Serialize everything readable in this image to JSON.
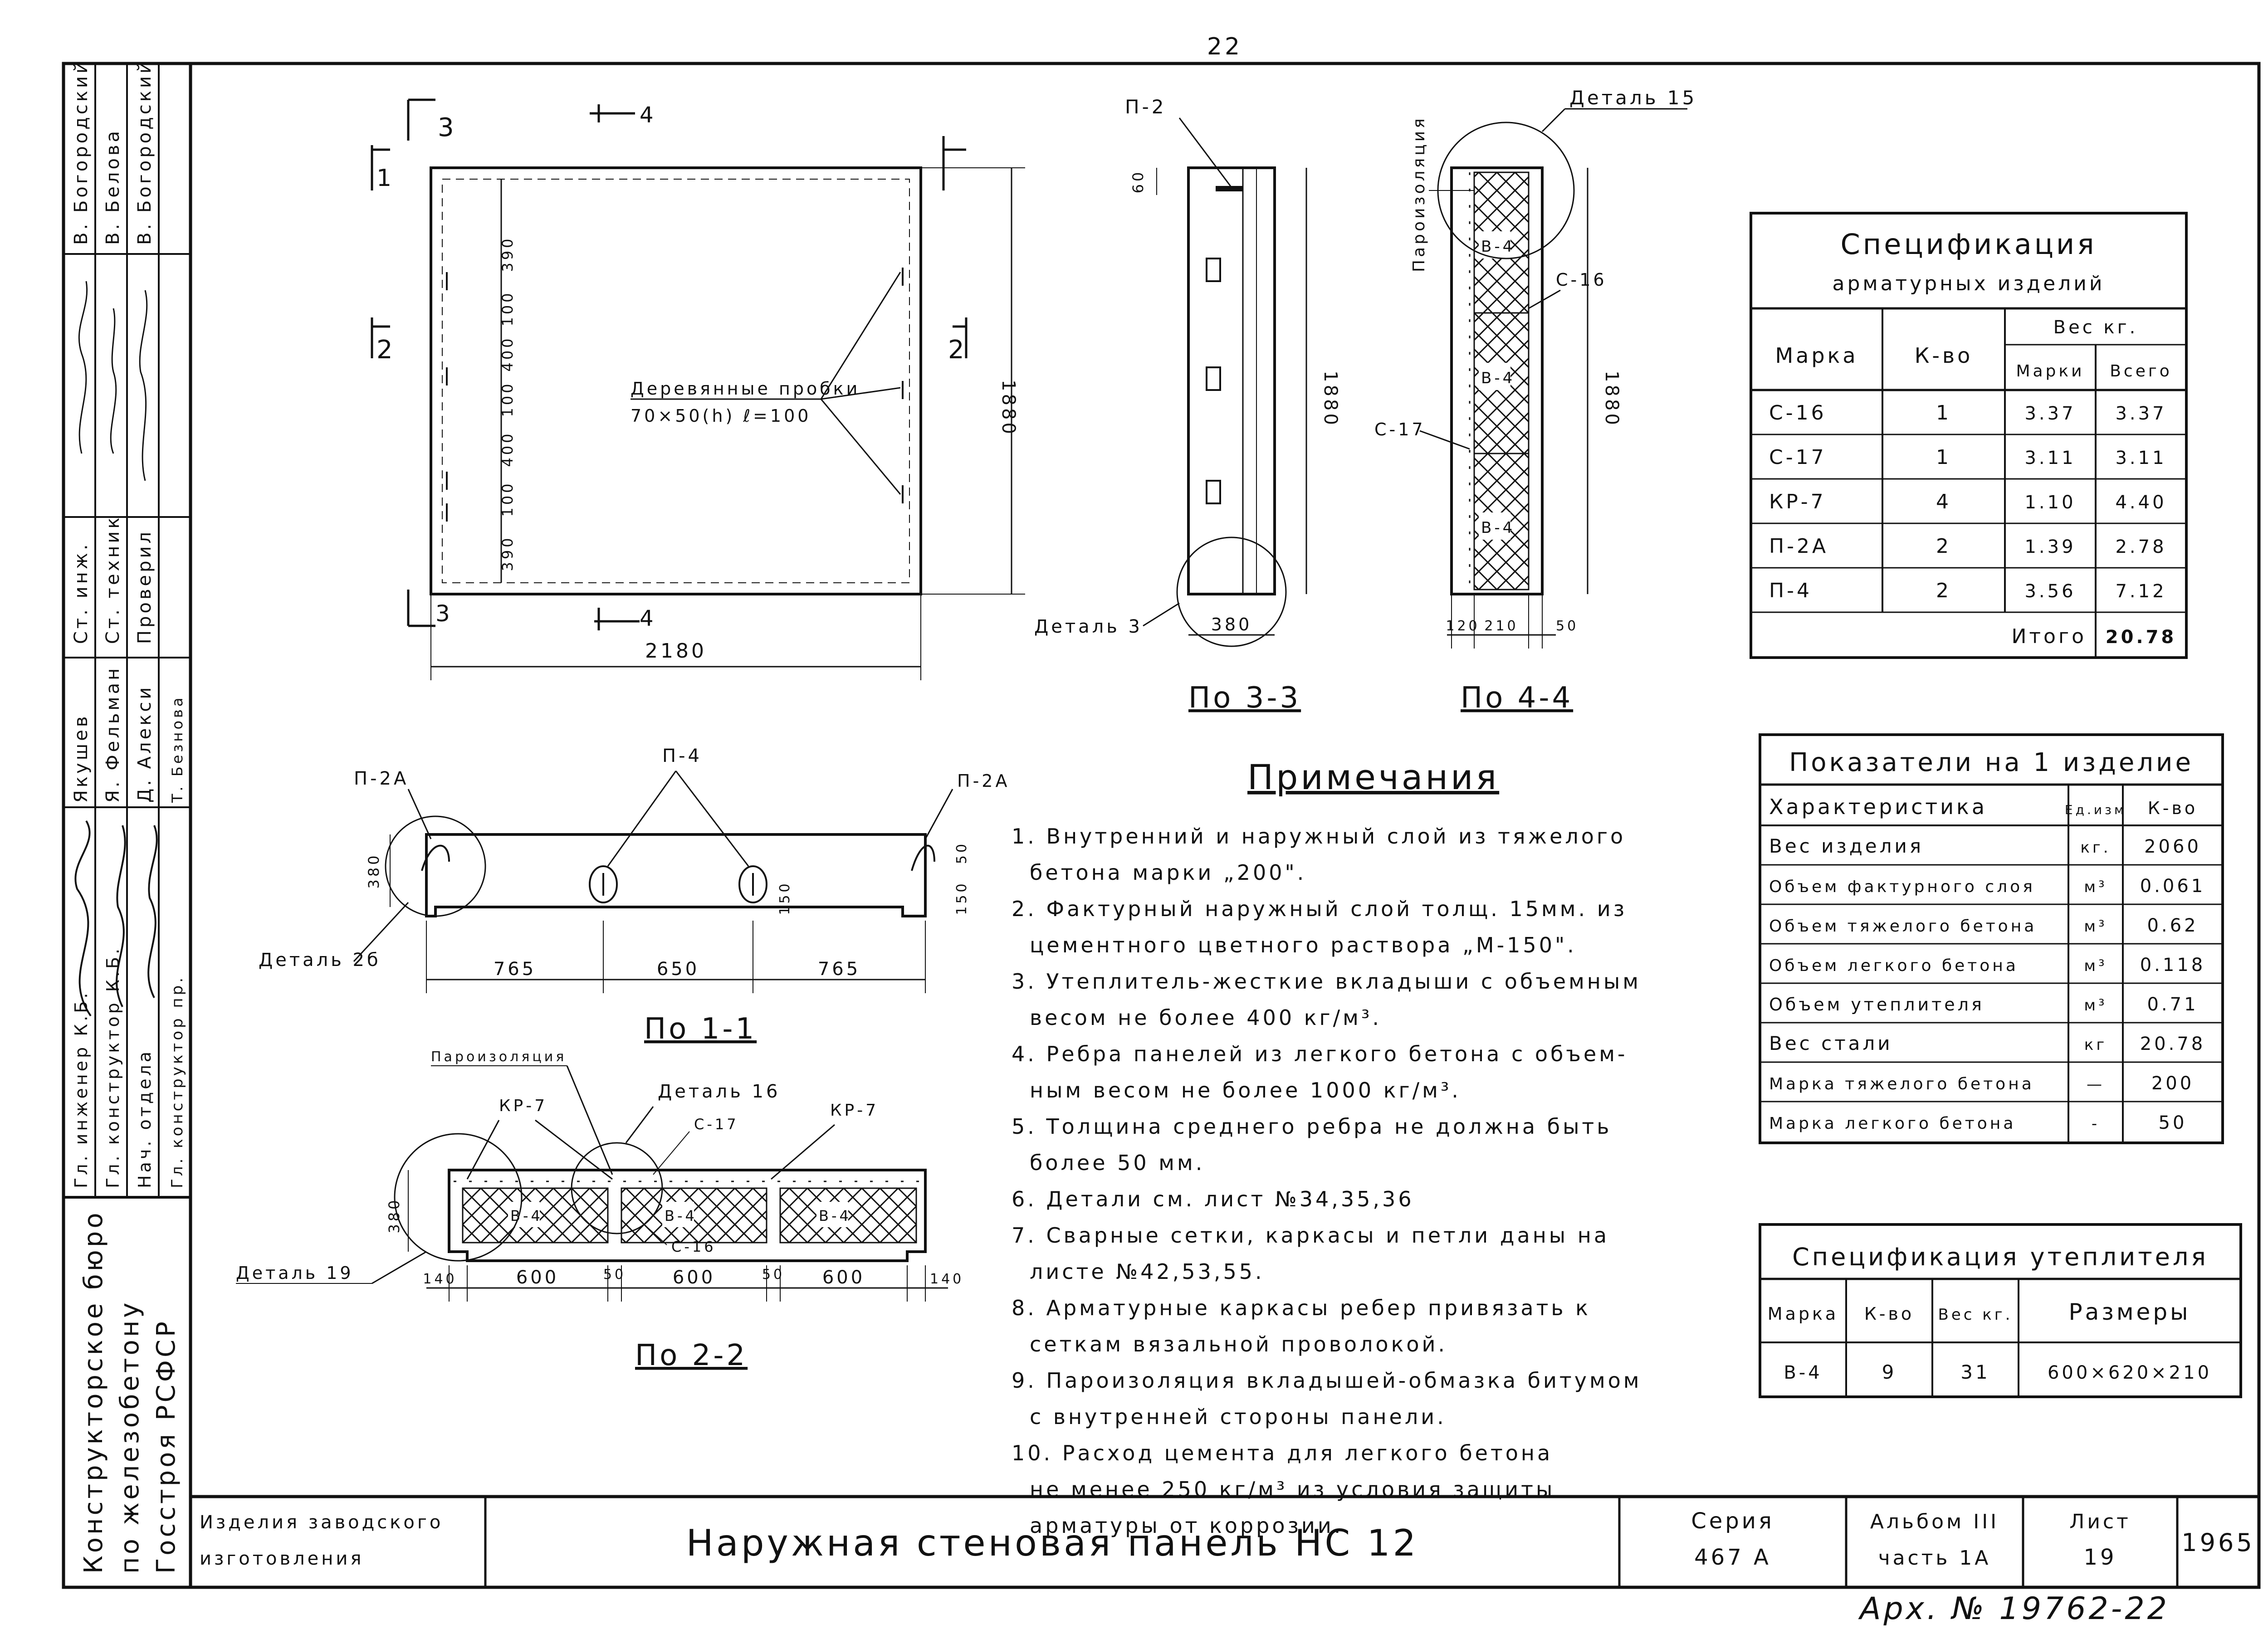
{
  "page_number": "22",
  "archive_number": "Арх. № 19762-22",
  "stamp": {
    "roles": [
      "Ст. инж.",
      "Ст. техник",
      "Проверил"
    ],
    "roles_names": [
      "В. Богородский",
      "В. Белова",
      "В. Богородский"
    ],
    "staff": [
      [
        "Гл. инженер К.Б.",
        "Якушев"
      ],
      [
        "Гл. конструктор К.Б.",
        "Я. Фельман"
      ],
      [
        "Нач. отдела",
        "Д. Алекси"
      ],
      [
        "Гл. конструктор пр.",
        "Т. Безнова"
      ]
    ],
    "org": [
      "Конструкторское бюро",
      "по железобетону",
      "Госстроя РСФСР"
    ]
  },
  "view_elevation": {
    "section_marks": [
      "3",
      "4",
      "1",
      "2",
      "2",
      "3",
      "4"
    ],
    "dims_vertical": [
      "390",
      "100",
      "400",
      "100",
      "400",
      "100",
      "390"
    ],
    "overall_height": "1880",
    "overall_width": "2180",
    "label_line1": "Деревянные пробки",
    "label_line2": "70×50(h) ℓ=100"
  },
  "view_33": {
    "title": "По 3-3",
    "p2": "П-2",
    "dim_top": "60",
    "height": "1880",
    "width": "380",
    "detail": "Деталь 3"
  },
  "view_44": {
    "title": "По 4-4",
    "detail": "Деталь 15",
    "vapor": "Пароизоляция",
    "c16": "С-16",
    "c17": "С-17",
    "b4": "В-4",
    "height": "1880",
    "dims": [
      "120",
      "210",
      "50"
    ]
  },
  "view_11": {
    "title": "По 1-1",
    "p2a": "П-2А",
    "p4": "П-4",
    "detail": "Деталь 2б",
    "height": "380",
    "side_dims": [
      "50",
      "150"
    ],
    "mid_dim": "150",
    "dims": [
      "765",
      "650",
      "765"
    ]
  },
  "view_22": {
    "title": "По 2-2",
    "vapor": "Пароизоляция",
    "kp7": "КР-7",
    "detail16": "Деталь 16",
    "c17": "С-17",
    "c16": "С-16",
    "b4": "В-4",
    "detail19": "Деталь 19",
    "height": "380",
    "dims": [
      "140",
      "600",
      "50",
      "600",
      "50",
      "600",
      "140"
    ]
  },
  "spec_reinf": {
    "title_line1": "Спецификация",
    "title_line2": "арматурных изделий",
    "col_mark": "Марка",
    "col_qty": "К-во",
    "col_weight": "Вес  кг.",
    "col_weight_one": "Марки",
    "col_weight_total": "Всего",
    "rows": [
      [
        "С-16",
        "1",
        "3.37",
        "3.37"
      ],
      [
        "С-17",
        "1",
        "3.11",
        "3.11"
      ],
      [
        "КР-7",
        "4",
        "1.10",
        "4.40"
      ],
      [
        "П-2А",
        "2",
        "1.39",
        "2.78"
      ],
      [
        "П-4",
        "2",
        "3.56",
        "7.12"
      ]
    ],
    "total_label": "Итого",
    "total_value": "20.78"
  },
  "indicators": {
    "title": "Показатели на 1 изделие",
    "col_char": "Характеристика",
    "col_unit": "Ед.изм",
    "col_qty": "К-во",
    "rows": [
      [
        "Вес изделия",
        "кг.",
        "2060"
      ],
      [
        "Объем фактурного слоя",
        "м³",
        "0.061"
      ],
      [
        "Объем тяжелого бетона",
        "м³",
        "0.62"
      ],
      [
        "Объем легкого бетона",
        "м³",
        "0.118"
      ],
      [
        "Объем утеплителя",
        "м³",
        "0.71"
      ],
      [
        "Вес стали",
        "кг",
        "20.78"
      ],
      [
        "Марка тяжелого бетона",
        "—",
        "200"
      ],
      [
        "Марка легкого бетона",
        "-",
        "50"
      ]
    ]
  },
  "spec_insul": {
    "title": "Спецификация утеплителя",
    "headers": [
      "Марка",
      "К-во",
      "Вес кг.",
      "Размеры"
    ],
    "row": [
      "В-4",
      "9",
      "31",
      "600×620×210"
    ]
  },
  "notes": {
    "title": "Примечания",
    "lines": [
      "1. Внутренний и наружный слой из тяжелого",
      "бетона марки „200\".",
      "2. Фактурный наружный слой толщ. 15мм. из",
      "цементного цветного раствора „М-150\".",
      "3. Утеплитель-жесткие вкладыши с объемным",
      "весом не более 400 кг/м³.",
      "4. Ребра панелей из легкого бетона с объем-",
      "ным весом не более 1000 кг/м³.",
      "5. Толщина среднего ребра не должна быть",
      "более 50 мм.",
      "6. Детали см. лист №34,35,36",
      "7. Сварные сетки, каркасы и петли даны на",
      "листе №42,53,55.",
      "8. Арматурные каркасы ребер привязать к",
      "сеткам вязальной проволокой.",
      "9. Пароизоляция вкладышей-обмазка битумом",
      "с внутренней стороны панели.",
      "10. Расход цемента для легкого бетона",
      "не менее 250 кг/м³ из условия защиты",
      "арматуры от коррозии."
    ]
  },
  "title_block": {
    "category_line1": "Изделия заводского",
    "category_line2": "изготовления",
    "name": "Наружная стеновая панель НС 12",
    "series_label": "Серия",
    "series_value": "467 А",
    "album_label": "Альбом III",
    "album_value": "часть 1А",
    "sheet_label": "Лист",
    "sheet_value": "19",
    "year": "1965"
  }
}
